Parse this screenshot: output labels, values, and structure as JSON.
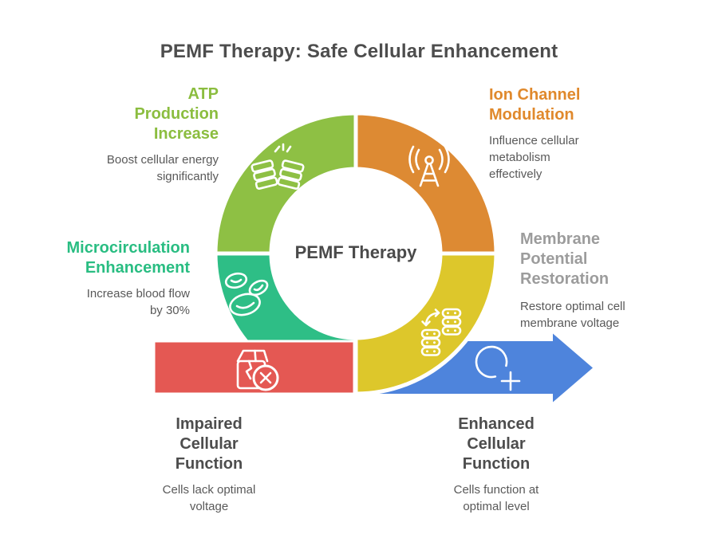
{
  "title": "PEMF Therapy: Safe Cellular Enhancement",
  "center_label": "PEMF Therapy",
  "colors": {
    "green": "#8EC044",
    "orange": "#DD8A33",
    "teal": "#2EBE86",
    "yellow": "#DDC72B",
    "red": "#E45853",
    "blue": "#4E84DC",
    "heading_green": "#8BBD3F",
    "heading_orange": "#E0892C",
    "heading_teal": "#29BD82",
    "heading_gray": "#9C9C9C",
    "heading_dark": "#4D4D4D",
    "body_text": "#595959"
  },
  "donut": {
    "segments": [
      {
        "name": "atp-production-increase",
        "color": "#8EC044",
        "icon": "atp-energy-icon",
        "heading_lines": [
          "ATP",
          "Production",
          "Increase"
        ],
        "desc_lines": [
          "Boost cellular energy",
          "significantly"
        ]
      },
      {
        "name": "ion-channel-modulation",
        "color": "#DD8A33",
        "icon": "radio-antenna-icon",
        "heading_lines": [
          "Ion Channel",
          "Modulation"
        ],
        "desc_lines": [
          "Influence cellular",
          "metabolism",
          "effectively"
        ]
      },
      {
        "name": "microcirculation-enhancement",
        "color": "#2EBE86",
        "icon": "blood-cells-icon",
        "heading_lines": [
          "Microcirculation",
          "Enhancement"
        ],
        "desc_lines": [
          "Increase blood flow",
          "by 30%"
        ]
      },
      {
        "name": "membrane-potential-restoration",
        "color": "#DDC72B",
        "icon": "ion-exchange-icon",
        "heading_lines": [
          "Membrane",
          "Potential",
          "Restoration"
        ],
        "desc_lines": [
          "Restore optimal cell",
          "membrane voltage"
        ]
      }
    ]
  },
  "arrow": {
    "start": {
      "name": "impaired-cellular-function",
      "color": "#E45853",
      "icon": "damaged-cell-icon",
      "heading_lines": [
        "Impaired",
        "Cellular",
        "Function"
      ],
      "desc_lines": [
        "Cells lack optimal",
        "voltage"
      ]
    },
    "end": {
      "name": "enhanced-cellular-function",
      "color": "#4E84DC",
      "icon": "new-cell-plus-icon",
      "heading_lines": [
        "Enhanced",
        "Cellular",
        "Function"
      ],
      "desc_lines": [
        "Cells function at",
        "optimal level"
      ]
    }
  }
}
